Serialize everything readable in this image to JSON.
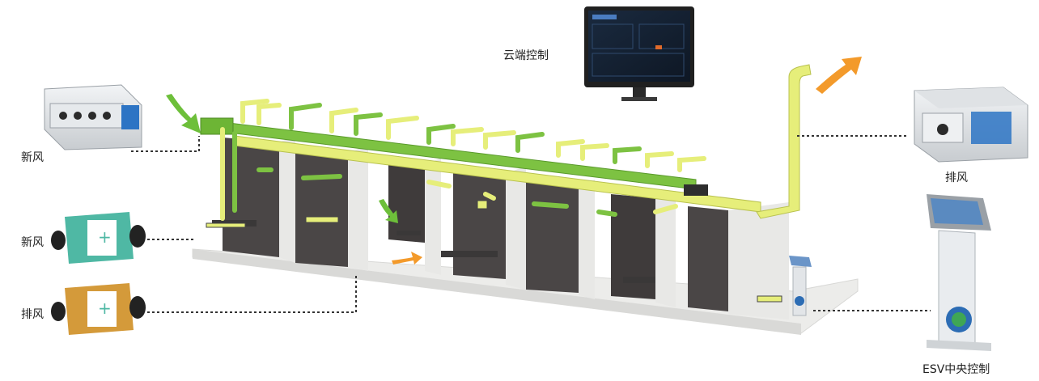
{
  "labels": {
    "cloud_control": "云端控制",
    "fresh_air_top": "新风",
    "exhaust_right": "排风",
    "fresh_air_left": "新风",
    "exhaust_left": "排风",
    "esv_control": "ESV中央控制"
  },
  "colors": {
    "fresh_duct": "#7dc242",
    "exhaust_duct": "#e6ee7a",
    "wall_dark": "#4a4646",
    "wall_light": "#e8e8e6",
    "arrow_green": "#6dbf3a",
    "arrow_orange": "#f39a2b",
    "unit_teal": "#4fb8a4",
    "unit_gold": "#d49a3a",
    "unit_blue": "#2d74c4"
  },
  "icons": [
    "monitor-icon",
    "ahu-unit-icon",
    "erv-unit-icon",
    "kiosk-icon"
  ]
}
